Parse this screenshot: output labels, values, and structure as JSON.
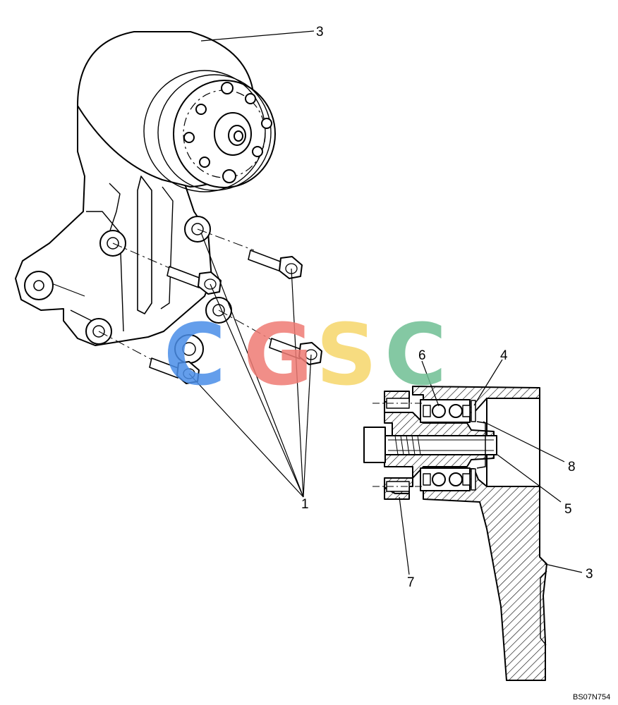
{
  "figure_ref": "BS07N754",
  "watermark": {
    "letters": [
      "C",
      "G",
      "S",
      "C"
    ],
    "colors": [
      "#4a8ee8",
      "#ef7b74",
      "#f6d66b",
      "#6fbf93"
    ]
  },
  "callouts": {
    "c1": "1",
    "c3_top": "3",
    "c3_section": "3",
    "c4": "4",
    "c5": "5",
    "c6": "6",
    "c7": "7",
    "c8": "8"
  },
  "colors": {
    "line": "#000000",
    "background": "#ffffff"
  }
}
